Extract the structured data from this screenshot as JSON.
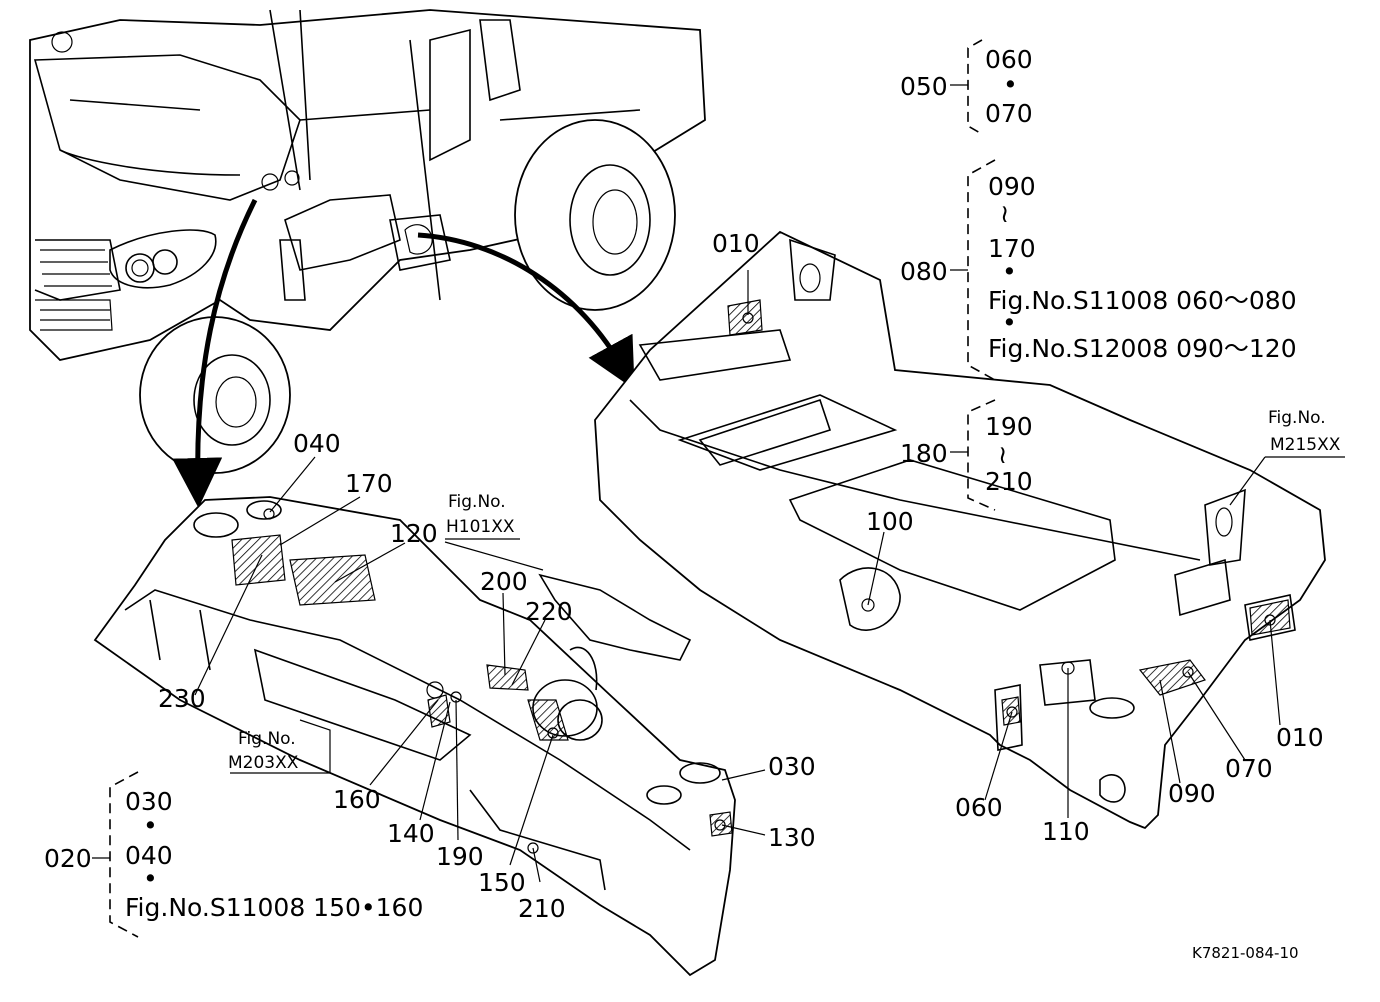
{
  "drawing_code": "K7821-084-10",
  "callouts": {
    "c010a": "010",
    "c010b": "010",
    "c020": "020",
    "c030": "030",
    "c040": "040",
    "c050": "050",
    "c060": "060",
    "c070": "070",
    "c080": "080",
    "c090": "090",
    "c100": "100",
    "c110": "110",
    "c120": "120",
    "c130": "130",
    "c140": "140",
    "c150": "150",
    "c160": "160",
    "c170": "170",
    "c180": "180",
    "c190": "190",
    "c200": "200",
    "c210": "210",
    "c220": "220",
    "c230": "230"
  },
  "groups": {
    "g050": [
      "060",
      "•",
      "070"
    ],
    "g080": [
      "090",
      "≀",
      "170",
      "•",
      "Fig.No.S11008  060〜080",
      "•",
      "Fig.No.S12008  090〜120"
    ],
    "g180": [
      "190",
      "≀",
      "210"
    ],
    "g020": [
      "030",
      "•",
      "040",
      "•",
      "Fig.No.S11008  150•160"
    ]
  },
  "fig_refs": {
    "h101": {
      "line1": "Fig.No.",
      "line2": "H101XX"
    },
    "m203": {
      "line1": "Fig.No.",
      "line2": "M203XX"
    },
    "m215": {
      "line1": "Fig.No.",
      "line2": "M215XX"
    }
  }
}
